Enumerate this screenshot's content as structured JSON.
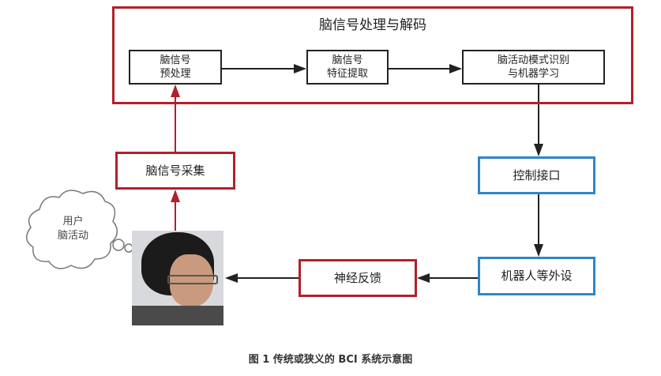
{
  "processing": {
    "title": "脑信号处理与解码",
    "step1": [
      "脑信号",
      "预处理"
    ],
    "step2": [
      "脑信号",
      "特征提取"
    ],
    "step3": [
      "脑活动模式识别",
      "与机器学习"
    ]
  },
  "acquisition": "脑信号采集",
  "control_interface": "控制接口",
  "peripherals": "机器人等外设",
  "feedback": "神经反馈",
  "thought": [
    "用户",
    "脑活动"
  ],
  "caption": "图 1 传统或狭义的 BCI 系统示意图",
  "colors": {
    "red": "#b3202a",
    "blue": "#2e86c8"
  }
}
